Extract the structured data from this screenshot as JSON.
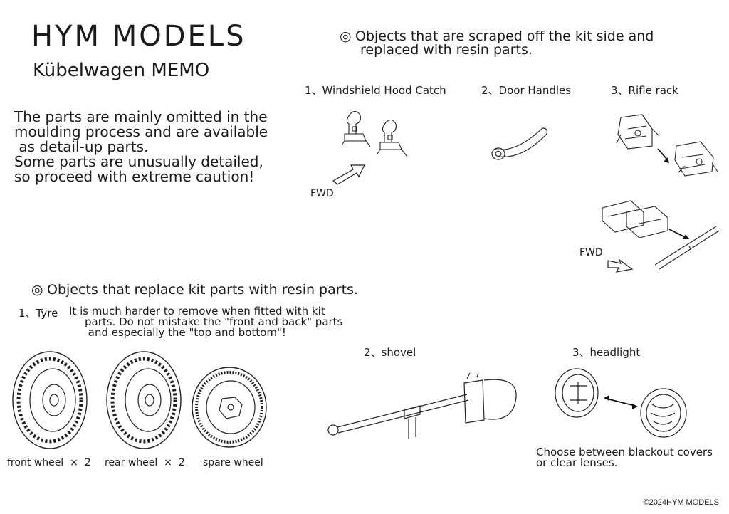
{
  "header": {
    "brand": "HYM MODELS",
    "subtitle": "Kübelwagen  MEMO"
  },
  "intro": {
    "lines": [
      "The parts are mainly omitted in the",
      "moulding process and are available",
      " as detail-up parts.",
      "Some parts are unusually detailed,",
      "so proceed with extreme caution!"
    ]
  },
  "section_scraped": {
    "mark": "◎",
    "title_line1": "Objects that are scraped off the kit side and",
    "title_line2": "replaced with resin parts.",
    "items": [
      {
        "label": "1、Windshield Hood Catch"
      },
      {
        "label": "2、Door Handles"
      },
      {
        "label": "3、Rifle rack"
      }
    ],
    "fwd_label_1": "FWD",
    "fwd_label_2": "FWD"
  },
  "section_replace": {
    "mark": "◎",
    "title": "Objects that replace kit parts with resin parts.",
    "tyre_label": "1、Tyre",
    "tyre_note": [
      "It is much harder to remove when fitted with kit",
      "parts. Do not mistake the \"front and back\" parts",
      " and especially the \"top and bottom\"!"
    ],
    "wheels": [
      {
        "label": "front wheel  ×  2"
      },
      {
        "label": "rear wheel  ×  2"
      },
      {
        "label": "spare wheel"
      }
    ],
    "shovel_label": "2、shovel",
    "headlight_label": "3、headlight",
    "headlight_note": [
      "Choose between blackout covers",
      "or clear lenses."
    ]
  },
  "footer": {
    "copyright": "©2024HYM MODELS"
  }
}
